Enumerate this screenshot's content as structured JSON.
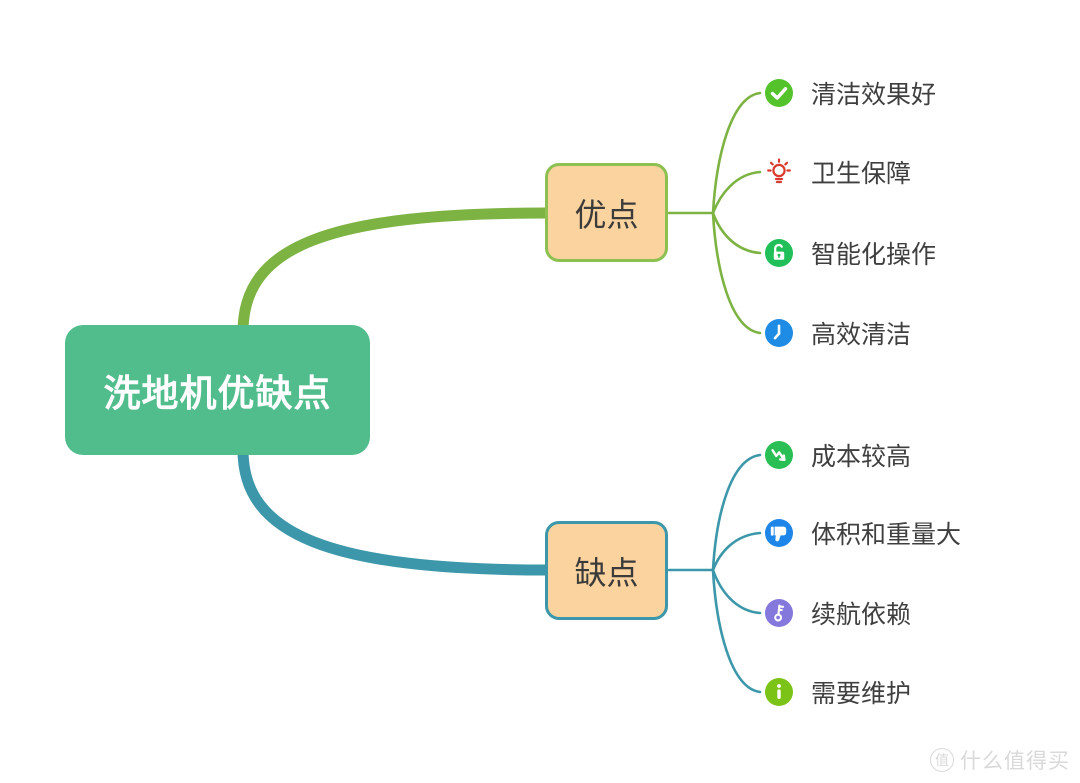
{
  "root": {
    "label": "洗地机优缺点"
  },
  "branches": [
    {
      "id": "pros",
      "label": "优点",
      "items": [
        {
          "label": "清洁效果好",
          "icon": "check-circle-icon",
          "icon_color": "#53c22b"
        },
        {
          "label": "卫生保障",
          "icon": "lightbulb-icon",
          "icon_color": "#d93a2e"
        },
        {
          "label": "智能化操作",
          "icon": "unlock-icon",
          "icon_color": "#21bf5a"
        },
        {
          "label": "高效清洁",
          "icon": "clock-icon",
          "icon_color": "#1e8be4"
        }
      ]
    },
    {
      "id": "cons",
      "label": "缺点",
      "items": [
        {
          "label": "成本较高",
          "icon": "trend-down-icon",
          "icon_color": "#2abf55"
        },
        {
          "label": "体积和重量大",
          "icon": "thumbs-down-icon",
          "icon_color": "#1e86e8"
        },
        {
          "label": "续航依赖",
          "icon": "key-icon",
          "icon_color": "#8478dd"
        },
        {
          "label": "需要维护",
          "icon": "info-icon",
          "icon_color": "#7cc317"
        }
      ]
    }
  ],
  "watermark": {
    "badge": "值",
    "text": "什么值得买"
  },
  "colors": {
    "root_fill": "#52bd8c",
    "branch_fill": "#fbd39e",
    "pros_border": "#8cc152",
    "pros_line": "#7cb342",
    "cons_line": "#3b97a9",
    "leaf_text": "#3f3f3f"
  }
}
